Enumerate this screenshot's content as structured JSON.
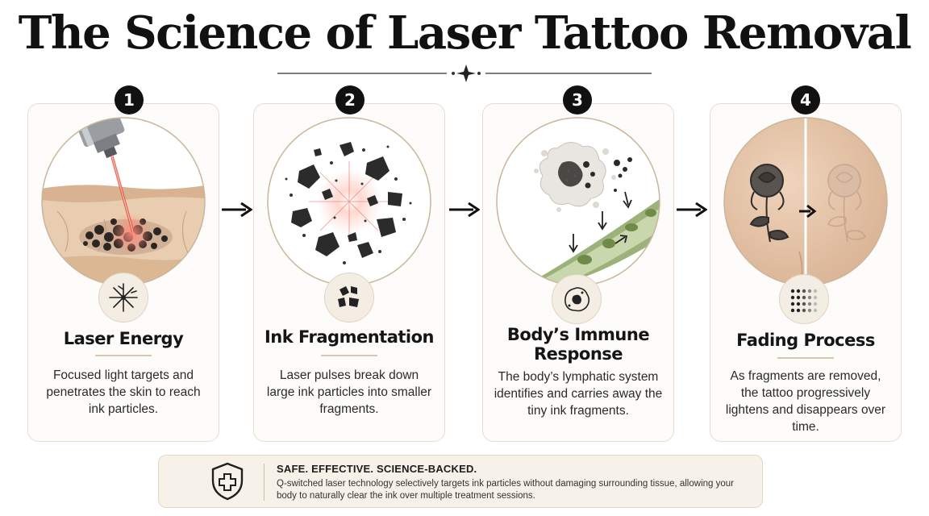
{
  "title": "The Science of Laser Tattoo Removal",
  "steps": [
    {
      "number": "1",
      "title": "Laser Energy",
      "description": "Focused light targets and penetrates the skin to reach ink particles.",
      "icon": "laser-burst-icon"
    },
    {
      "number": "2",
      "title": "Ink Fragmentation",
      "description": "Laser pulses break down large ink particles into smaller fragments.",
      "icon": "shattered-particles-icon"
    },
    {
      "number": "3",
      "title": "Body’s Immune Response",
      "description": "The body’s lymphatic system identifies and carries away the tiny ink fragments.",
      "icon": "immune-cell-icon"
    },
    {
      "number": "4",
      "title": "Fading Process",
      "description": "As fragments are removed, the tattoo progressively lightens and disappears over time.",
      "icon": "fading-dots-icon"
    }
  ],
  "banner": {
    "heading": "SAFE. EFFECTIVE. SCIENCE-BACKED.",
    "body": "Q-switched laser technology selectively targets ink particles without damaging surrounding tissue, allowing your body to naturally clear the ink over multiple treatment sessions.",
    "icon": "shield-plus-icon"
  },
  "colors": {
    "card_border": "#e6dccf",
    "accent_tan": "#d9c7ac",
    "skin": "#e8cdb0",
    "laser_red": "#e4493b",
    "ink": "#222222",
    "lymph_green": "#7f9a5a"
  }
}
